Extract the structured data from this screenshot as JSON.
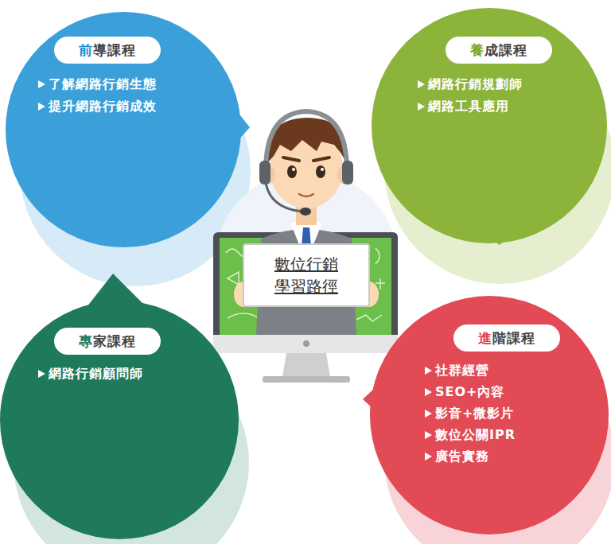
{
  "diagram": {
    "nodes": [
      {
        "text": [
          "前導課程",
          "了解網路行銷生態",
          "提升網路行銷成效"
        ]
      },
      {
        "text": [
          "養成課程",
          "網路行銷規劃師",
          "網路工具應用"
        ]
      },
      {
        "text": [
          "數位行銷 學習路徑"
        ]
      },
      {
        "text": [
          "專家課程",
          "網路行銷顧問師"
        ]
      },
      {
        "text": [
          "進階課程",
          "社群經營",
          "SEO+內容",
          "影音+微影片",
          "數位公關IPR",
          "廣告實務"
        ]
      }
    ]
  }
}
